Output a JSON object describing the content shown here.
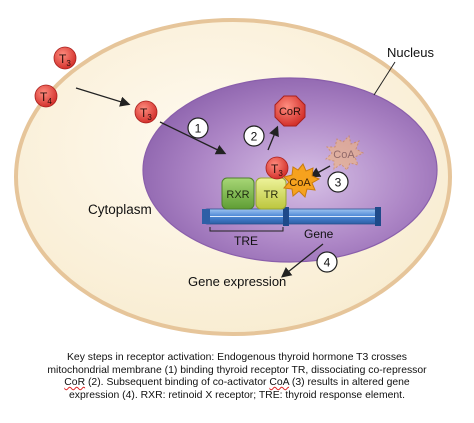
{
  "labels": {
    "nucleus": "Nucleus",
    "cytoplasm": "Cytoplasm",
    "tre": "TRE",
    "gene": "Gene",
    "gene_expression": "Gene expression",
    "t3_outside": "T",
    "t3_outside_sub": "3",
    "t4_outside": "T",
    "t4_outside_sub": "4",
    "t3_inside": "T",
    "t3_inside_sub": "3",
    "t3_bound": "T",
    "t3_bound_sub": "3",
    "cor_released": "CoR",
    "coa_faded": "CoA",
    "coa_bound": "CoA",
    "rxr": "RXR",
    "tr": "TR"
  },
  "steps": [
    "1",
    "2",
    "3",
    "4"
  ],
  "caption": {
    "line1": "Key steps in receptor activation: Endogenous thyroid hormone T3 crosses",
    "line2": "mitochondrial membrane (1) binding thyroid receptor TR, dissociating co-repressor",
    "line3_a": "CoR",
    "line3_b": " (2). Subsequent binding of co-activator ",
    "line3_c": "CoA",
    "line3_d": " (3) results in altered gene",
    "line4": "expression (4). RXR: retinoid X receptor; TRE: thyroid response element."
  },
  "colors": {
    "cell_fill": "#fbf1d4",
    "cell_border": "#e7c9a0",
    "nucleus_fill": "#b48ec9",
    "hormone_red": "#e0423b",
    "coa_orange": "#f6a21e",
    "rxr_green": "#79b84a",
    "tr_yellow": "#d6e05a",
    "dna_blue": "#3d78c8"
  }
}
